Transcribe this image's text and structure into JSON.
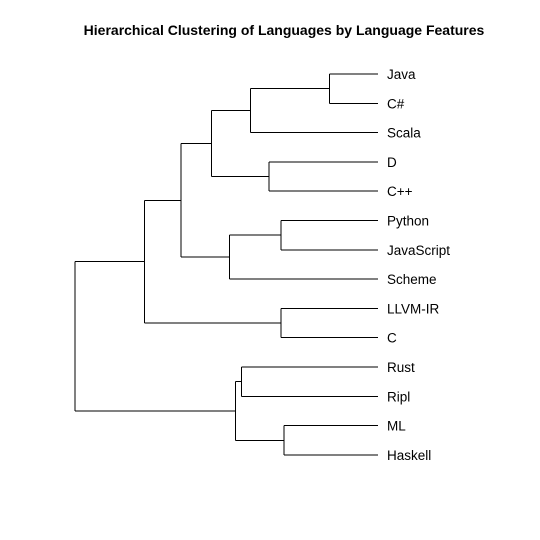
{
  "chart_data": {
    "type": "dendrogram",
    "title": "Hierarchical Clustering of Languages by Language Features",
    "leaves": [
      "Java",
      "C#",
      "Scala",
      "D",
      "C++",
      "Python",
      "JavaScript",
      "Scheme",
      "LLVM-IR",
      "C",
      "Rust",
      "Ripl",
      "ML",
      "Haskell"
    ],
    "merge_heights": {
      "Java|C#": 0.16,
      "JavaC#|Scala": 0.42,
      "D|C++": 0.36,
      "JavaC#Scala|DC++": 0.55,
      "Python|JavaScript": 0.32,
      "PythonJavaScript|Scheme": 0.49,
      "Java..C++|Python..Scheme": 0.65,
      "LLVM-IR|C": 0.32,
      "Java..Scheme|LLVM-IRC": 0.77,
      "Rust|Ripl": 0.45,
      "ML|Haskell": 0.31,
      "RustRipl|MLHaskell": 0.47,
      "root": 1.0
    },
    "orientation": "horizontal",
    "leaf_side": "right",
    "axis_shown": false,
    "grid": false,
    "legend": "none",
    "line_color": "#000000",
    "text_color": "#000000"
  }
}
